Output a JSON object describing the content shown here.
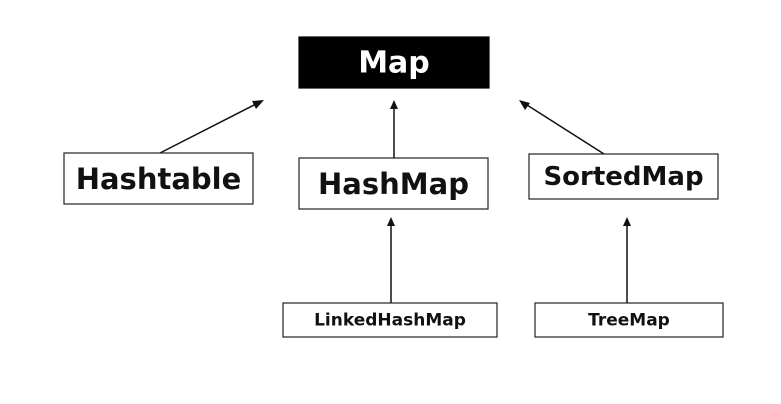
{
  "nodes": {
    "map": {
      "label": "Map",
      "style": "filled",
      "fill": "#000000",
      "text_color": "#ffffff"
    },
    "hashtable": {
      "label": "Hashtable"
    },
    "hashmap": {
      "label": "HashMap"
    },
    "sortedmap": {
      "label": "SortedMap"
    },
    "linkedhashmap": {
      "label": "LinkedHashMap"
    },
    "treemap": {
      "label": "TreeMap"
    }
  },
  "edges": [
    {
      "from": "hashtable",
      "to": "map",
      "arrow": "to"
    },
    {
      "from": "hashmap",
      "to": "map",
      "arrow": "to"
    },
    {
      "from": "sortedmap",
      "to": "map",
      "arrow": "to"
    },
    {
      "from": "linkedhashmap",
      "to": "hashmap",
      "arrow": "to"
    },
    {
      "from": "treemap",
      "to": "sortedmap",
      "arrow": "to"
    }
  ]
}
